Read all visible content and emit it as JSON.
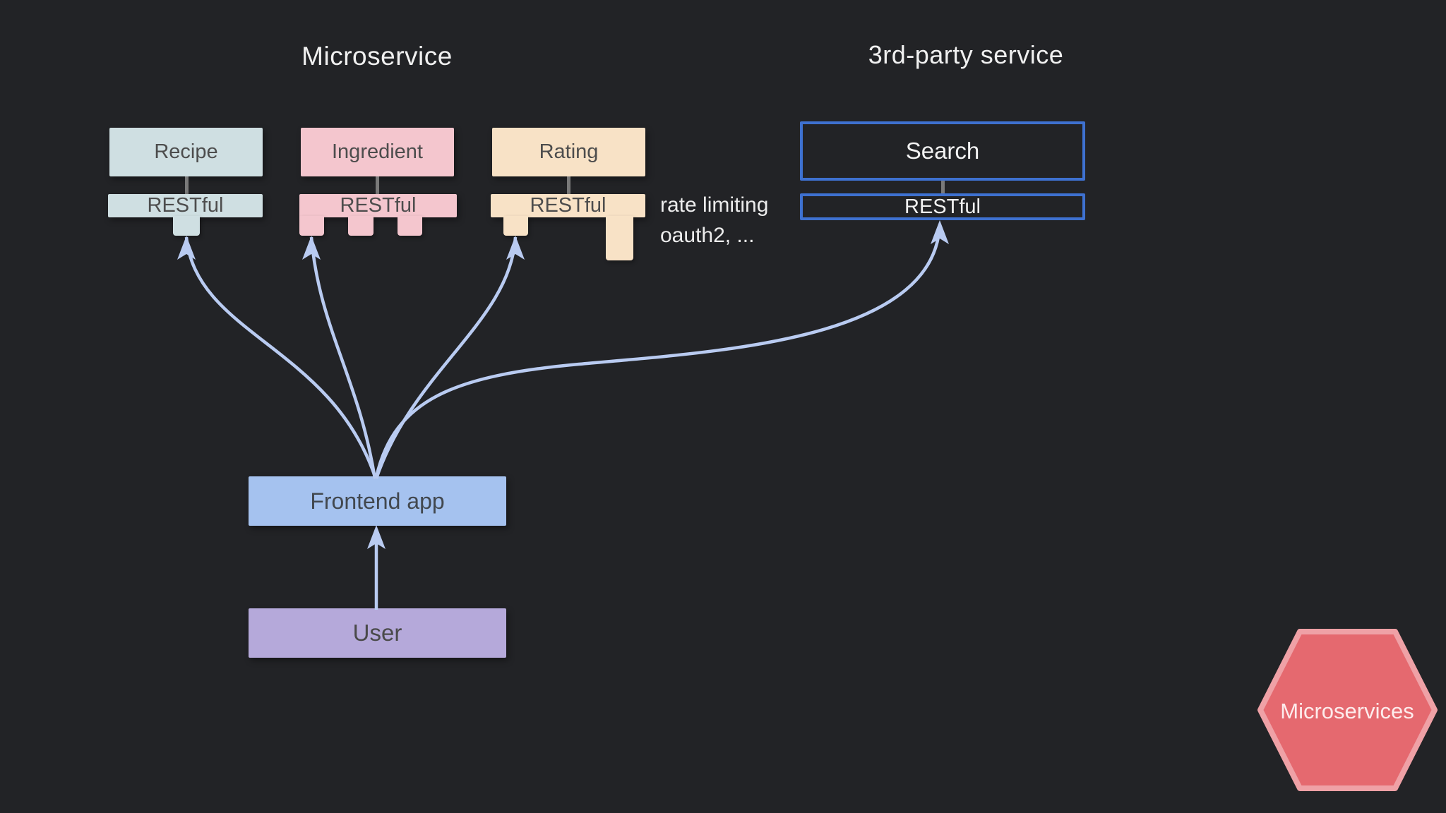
{
  "titles": {
    "microservice": "Microservice",
    "third_party": "3rd-party service"
  },
  "services": [
    {
      "name": "Recipe",
      "api": "RESTful",
      "color": "#cfdfe2"
    },
    {
      "name": "Ingredient",
      "api": "RESTful",
      "color": "#f4c6ce"
    },
    {
      "name": "Rating",
      "api": "RESTful",
      "color": "#f8e2c6"
    }
  ],
  "third_party": {
    "name": "Search",
    "api": "RESTful",
    "accent": "#3e71d0"
  },
  "annotation": {
    "line1": "rate limiting",
    "line2": "oauth2, ..."
  },
  "frontend": {
    "label": "Frontend app",
    "color": "#a5c2ef"
  },
  "user": {
    "label": "User",
    "color": "#b5a9da"
  },
  "badge": {
    "label": "Microservices",
    "fill": "#e5696f",
    "border": "#efa1a6",
    "text_color": "#fdecec"
  },
  "colors": {
    "background": "#222326",
    "arrow": "#b9cbf1",
    "connector": "#7a7a7a",
    "title_text": "#f0f0f0"
  }
}
